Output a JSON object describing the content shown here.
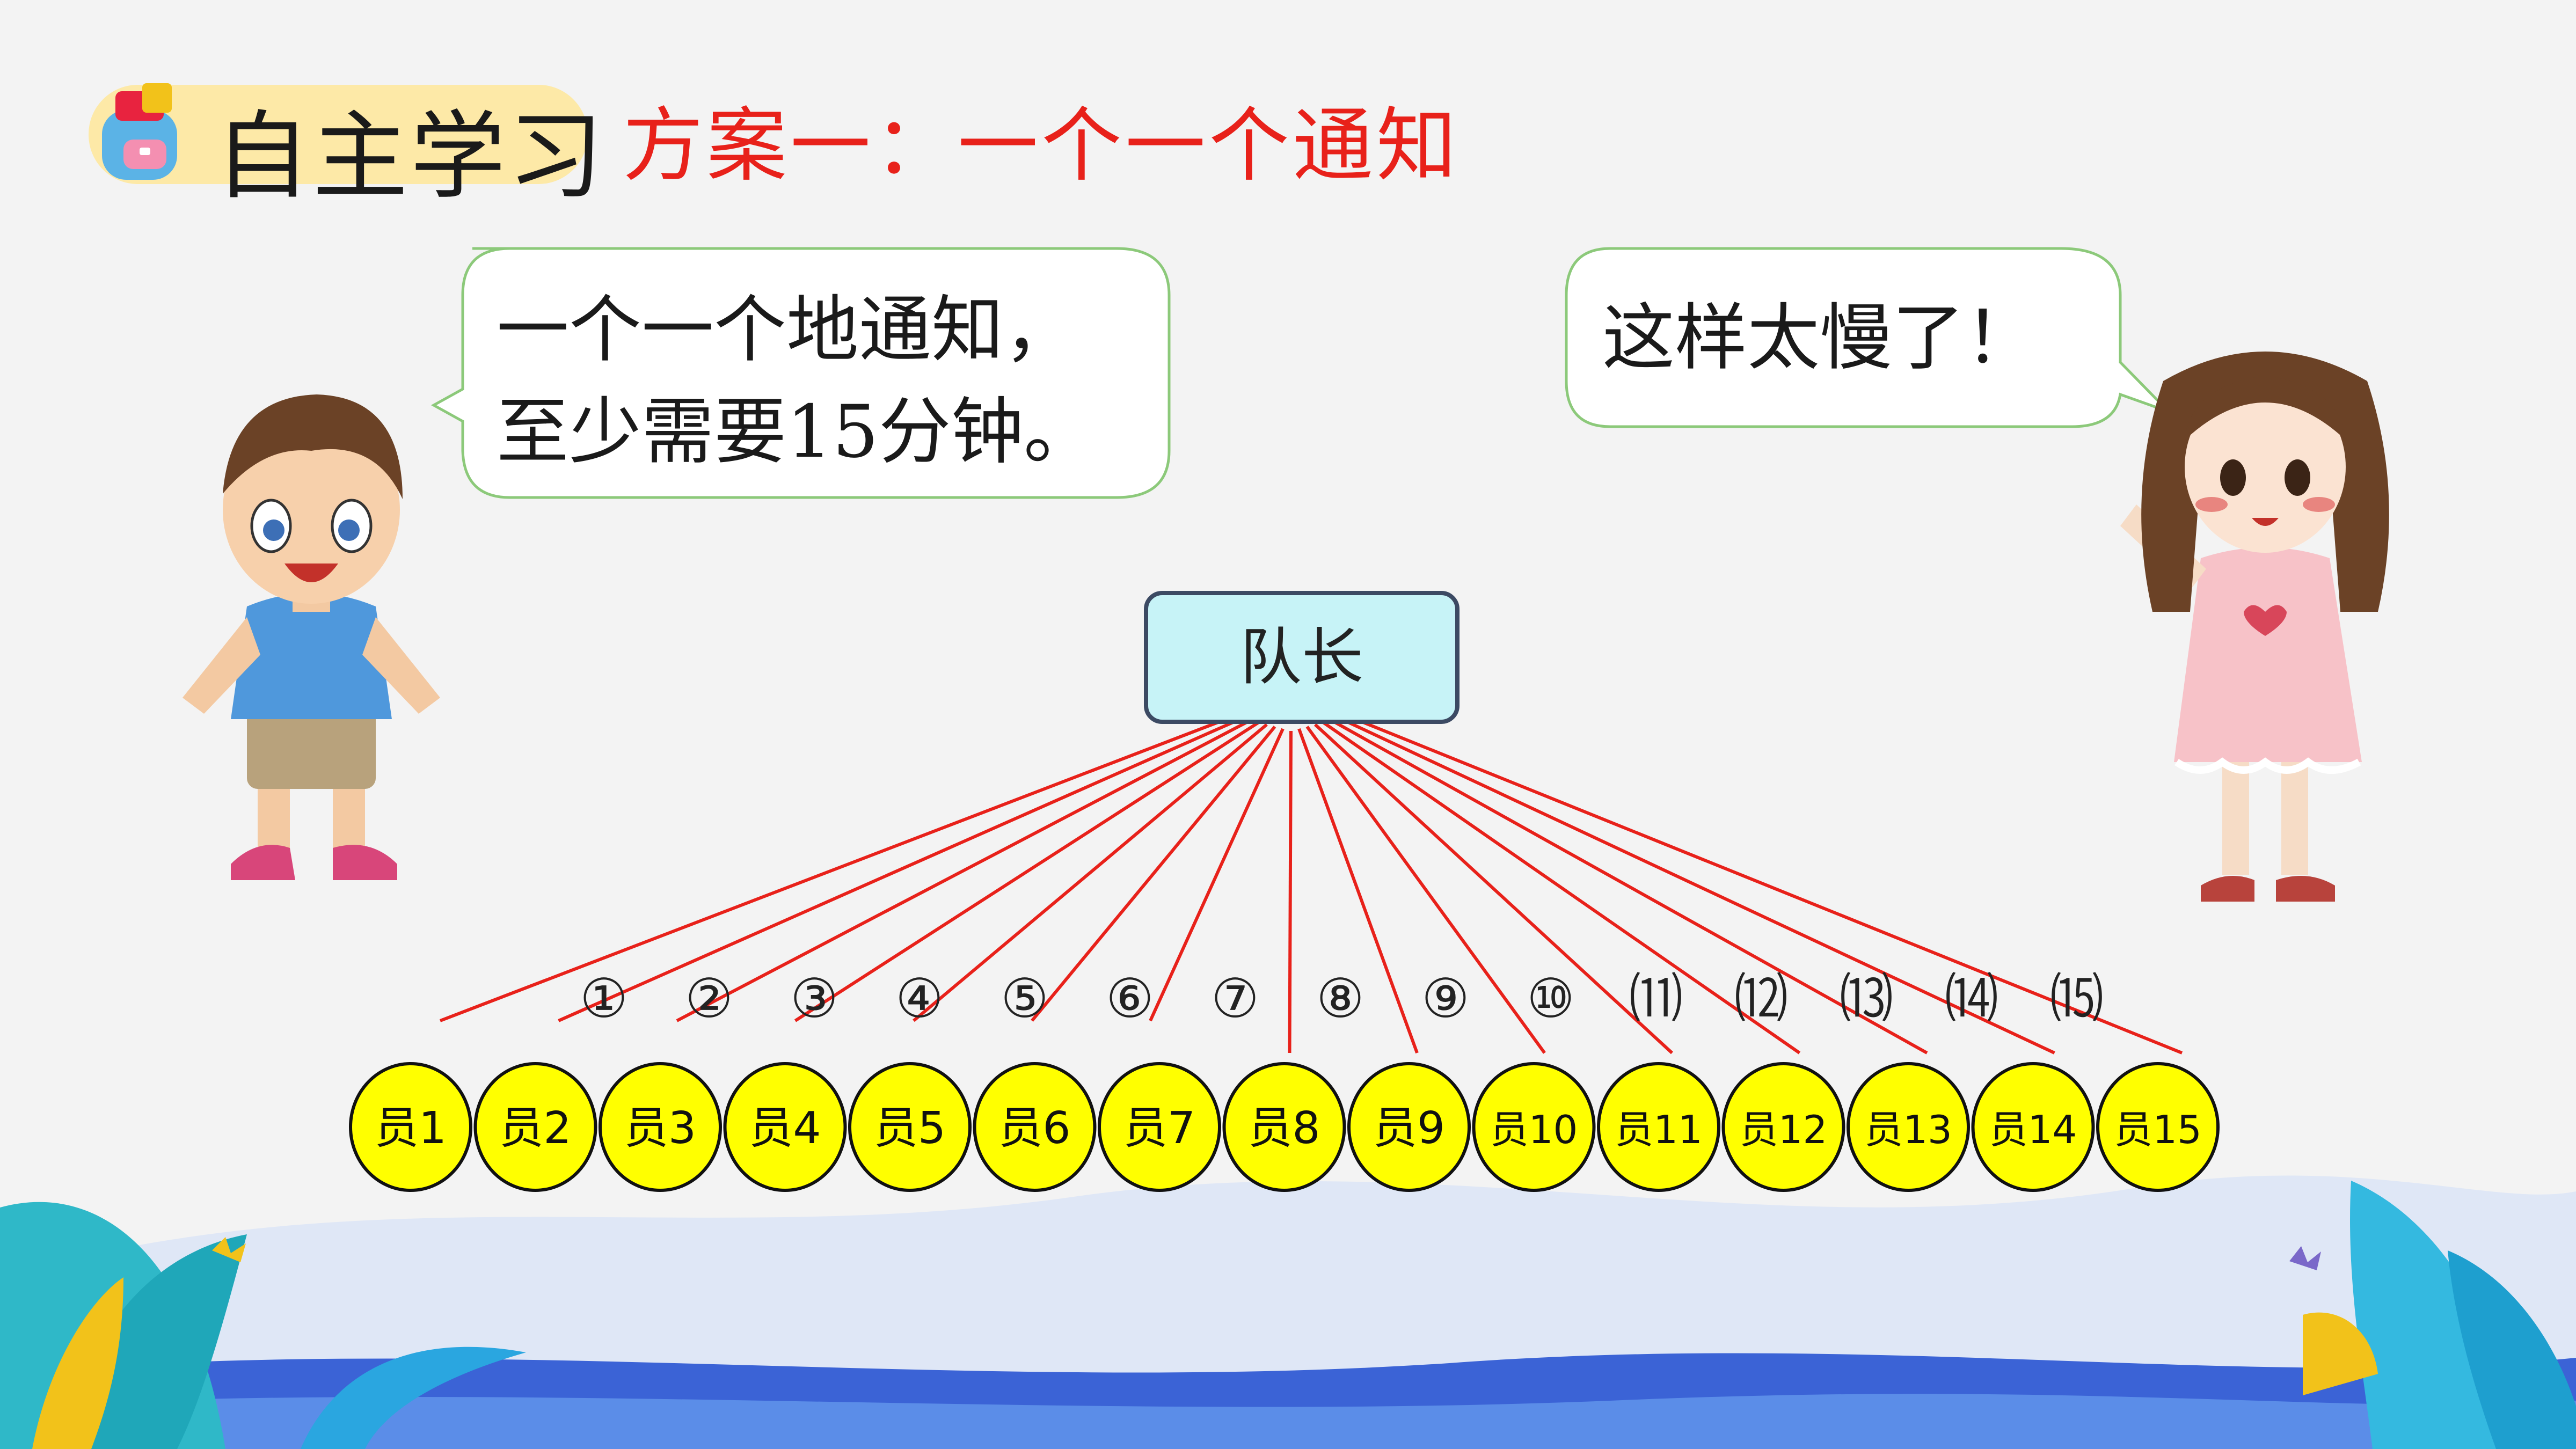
{
  "section": {
    "title": "自主学习"
  },
  "heading": "方案一：一个一个通知",
  "boy_bubble": {
    "text": "一个一个地通知，\n至少需要15分钟。"
  },
  "girl_bubble": {
    "text": "这样太慢了！"
  },
  "tree": {
    "leader": "队长",
    "order_labels": [
      "①",
      "②",
      "③",
      "④",
      "⑤",
      "⑥",
      "⑦",
      "⑧",
      "⑨",
      "⑩",
      "⑾",
      "⑿",
      "⒀",
      "⒁",
      "⒂"
    ],
    "members": [
      "员1",
      "员2",
      "员3",
      "员4",
      "员5",
      "员6",
      "员7",
      "员8",
      "员9",
      "员10",
      "员11",
      "员12",
      "员13",
      "员14",
      "员15"
    ]
  },
  "colors": {
    "line": "#e8211a",
    "member_fill": "#ffff00",
    "leader_fill": "#c7f3f7",
    "heading": "#e8211a",
    "pill": "#fde9a7"
  }
}
